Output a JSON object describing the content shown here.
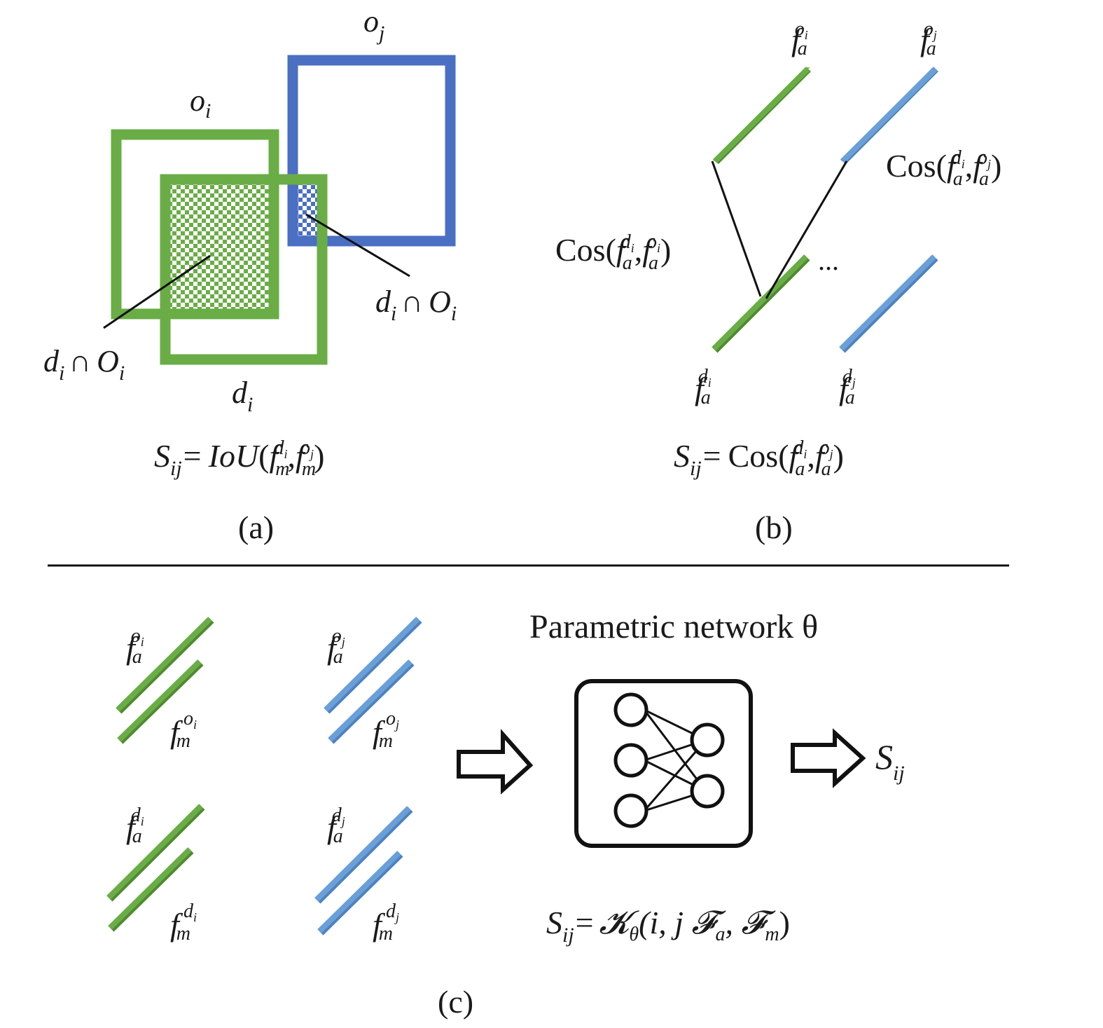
{
  "colors": {
    "green": "#6aad46",
    "green_dark": "#4f8a30",
    "green_light": "#8cc768",
    "blue": "#4a6fc3",
    "blue_bar": "#6a9fd8",
    "blue_bar_dark": "#4d82bf",
    "blue_bar_light": "#9cc4ec",
    "ink": "#111111"
  },
  "panel_a": {
    "label_oi_base": "o",
    "label_oi_sub": "i",
    "label_oj_base": "o",
    "label_oj_sub": "j",
    "label_di_base": "d",
    "label_di_sub": "i",
    "inter1": {
      "d": "d",
      "i": "i",
      "cap": "∩",
      "O": "O",
      "sub": "i"
    },
    "inter2": {
      "d": "d",
      "i": "i",
      "cap": "∩",
      "O": "O",
      "sub": "i"
    },
    "formula": {
      "S": "S",
      "S_sub": "ij",
      "eq": "=",
      "fn": "IoU",
      "f": "f",
      "m": "m",
      "d": "d",
      "di": "i",
      "o": "o",
      "oj": "j"
    },
    "caption": "(a)"
  },
  "panel_b": {
    "top_left": {
      "f": "f",
      "sub": "a",
      "sup": "o",
      "supsub": "i"
    },
    "top_right": {
      "f": "f",
      "sub": "a",
      "sup": "o",
      "supsub": "j"
    },
    "bottom_left": {
      "f": "f",
      "sub": "a",
      "sup": "d",
      "supsub": "i"
    },
    "bottom_right": {
      "f": "f",
      "sub": "a",
      "sup": "d",
      "supsub": "j"
    },
    "cos_left": {
      "fn": "Cos(",
      "f": "f",
      "a": "a",
      "d": "d",
      "di": "i",
      "o": "o",
      "oi": "i",
      "close": ")"
    },
    "cos_right": {
      "fn": "Cos(",
      "f": "f",
      "a": "a",
      "d": "d",
      "di": "i",
      "o": "o",
      "oj": "j",
      "close": ")"
    },
    "ellipsis": "...",
    "formula": {
      "S": "S",
      "S_sub": "ij",
      "eq": "=",
      "fn": "Cos(",
      "f": "f",
      "a": "a",
      "d": "d",
      "di": "i",
      "o": "o",
      "oj": "j",
      "close": ")"
    },
    "caption": "(b)"
  },
  "panel_c": {
    "title": "Parametric network θ",
    "feat_oi_a": {
      "f": "f",
      "sub": "a",
      "sup": "o",
      "supsub": "i"
    },
    "feat_oi_m": {
      "f": "f",
      "sub": "m",
      "sup": "o",
      "supsub": "i"
    },
    "feat_oj_a": {
      "f": "f",
      "sub": "a",
      "sup": "o",
      "supsub": "j"
    },
    "feat_oj_m": {
      "f": "f",
      "sub": "m",
      "sup": "o",
      "supsub": "j"
    },
    "feat_di_a": {
      "f": "f",
      "sub": "a",
      "sup": "d",
      "supsub": "i"
    },
    "feat_di_m": {
      "f": "f",
      "sub": "m",
      "sup": "d",
      "supsub": "i"
    },
    "feat_dj_a": {
      "f": "f",
      "sub": "a",
      "sup": "d",
      "supsub": "j"
    },
    "feat_dj_m": {
      "f": "f",
      "sub": "m",
      "sup": "d",
      "supsub": "j"
    },
    "output": {
      "S": "S",
      "sub": "ij"
    },
    "formula": {
      "S": "S",
      "S_sub": "ij",
      "eq": "=",
      "K": "𝓚",
      "K_sub": "θ",
      "args": "(i, j 𝓕",
      "a": "a",
      "comma": ", 𝓕",
      "m": "m",
      "close": ")"
    },
    "caption": "(c)"
  }
}
